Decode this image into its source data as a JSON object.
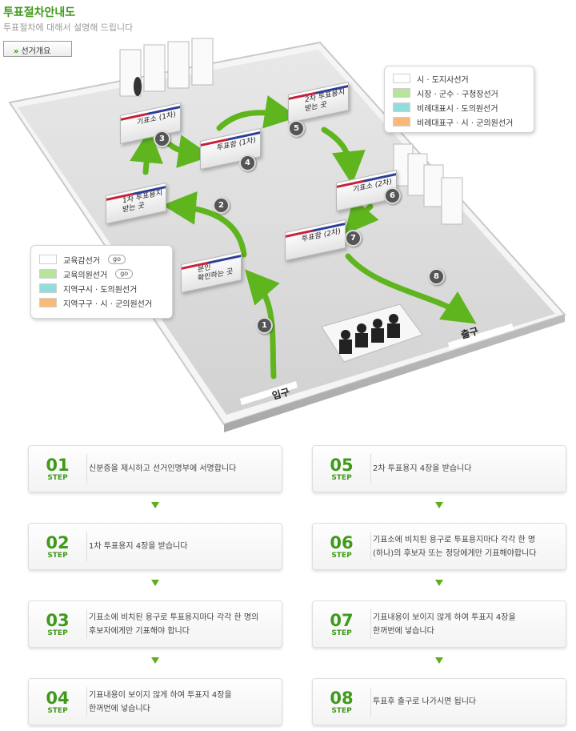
{
  "header": {
    "title": "투표절차안내도",
    "subtitle": "투표절차에 대해서 설명해 드립니다",
    "guide_button": "선거개요"
  },
  "floor": {
    "signs": {
      "booth1": "기표소 (1차)",
      "box1": "투표함 (1차)",
      "receive2": "2차 투표용지\n받는 곳",
      "booth2": "기표소 (2차)",
      "box2": "투표함 (2차)",
      "receive1": "1차 투표용지\n받는 곳",
      "identity": "본인\n확인하는 곳"
    },
    "step_numbers": [
      "1",
      "2",
      "3",
      "4",
      "5",
      "6",
      "7",
      "8"
    ],
    "entrance": "입구",
    "exit": "출구",
    "booth_label": "기표소"
  },
  "legend_top": {
    "items": [
      {
        "label": "시 · 도지사선거",
        "color": "#ffffff"
      },
      {
        "label": "시장 · 군수 · 구청장선거",
        "color": "#b8e39a"
      },
      {
        "label": "비례대표시 · 도의원선거",
        "color": "#94dcdc"
      },
      {
        "label": "비례대표구 · 시 · 군의원선거",
        "color": "#f9b97a"
      }
    ]
  },
  "legend_left": {
    "items": [
      {
        "label": "교육감선거",
        "color": "#ffffff",
        "go": "go"
      },
      {
        "label": "교육의원선거",
        "color": "#b8e39a",
        "go": "go"
      },
      {
        "label": "지역구시 · 도의원선거",
        "color": "#94dcdc"
      },
      {
        "label": "지역구구 · 시 · 군의원선거",
        "color": "#f9b97a"
      }
    ]
  },
  "steps": [
    {
      "num": "01",
      "label": "STEP",
      "text": "신분증을 제시하고 선거인명부에 서명합니다"
    },
    {
      "num": "02",
      "label": "STEP",
      "text": "1차 투표용지 4장을 받습니다"
    },
    {
      "num": "03",
      "label": "STEP",
      "text": "기표소에 비치된 용구로 투표용지마다 각각 한 명의\n후보자에게만 기표해야 합니다"
    },
    {
      "num": "04",
      "label": "STEP",
      "text": "기표내용이 보이지 않게 하여 투표지 4장을\n한꺼번에 넣습니다"
    },
    {
      "num": "05",
      "label": "STEP",
      "text": "2차 투표용지 4장을 받습니다"
    },
    {
      "num": "06",
      "label": "STEP",
      "text": "기표소에 비치된 용구로 투표용지마다 각각 한 명\n(하나)의 후보자 또는 정당에게만 기표해야합니다"
    },
    {
      "num": "07",
      "label": "STEP",
      "text": "기표내용이 보이지 않게 하여 투표지 4장을\n한꺼번에 넣습니다"
    },
    {
      "num": "08",
      "label": "STEP",
      "text": "투표후 출구로 나가시면 됩니다"
    }
  ],
  "colors": {
    "accent": "#3f9a1a",
    "path": "#5fb51e"
  }
}
